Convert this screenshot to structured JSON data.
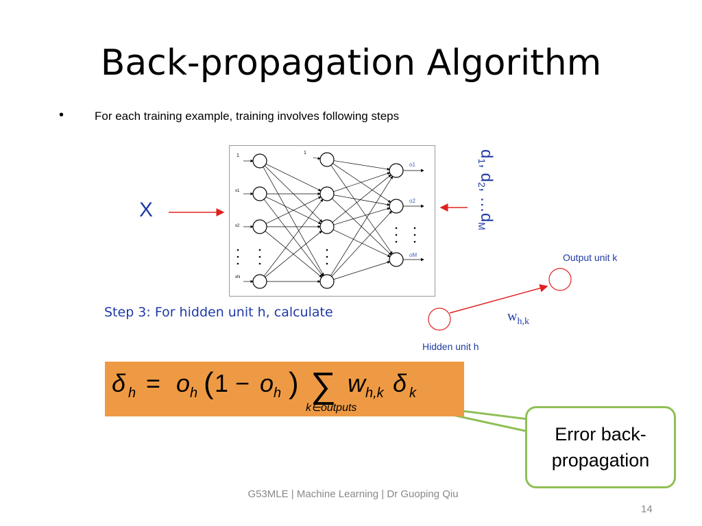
{
  "slide": {
    "title": "Back-propagation Algorithm",
    "bullet": "For each training example, training involves following steps",
    "x_label": "X",
    "d_label": {
      "d1": "d",
      "sub1": "1",
      "d2": "d",
      "sub2": "2",
      "dm": "…d",
      "subm": "M"
    },
    "output_unit_label": "Output unit k",
    "hidden_unit_label": "Hidden unit h",
    "step3": "Step 3: For hidden unit h, calculate",
    "w_label": {
      "base": "w",
      "sub": "h,k"
    },
    "callout": "Error back-propagation",
    "footer": "G53MLE |  Machine Learning | Dr Guoping Qiu",
    "page_number": "14"
  },
  "network": {
    "input_labels": [
      "1",
      "x1",
      "x2",
      "xN"
    ],
    "hidden_label": "1",
    "output_labels": [
      "o1",
      "o2",
      "oM"
    ]
  },
  "formula": {
    "delta": "δ",
    "sub_h": "h",
    "equals": "=",
    "o": "o",
    "one_minus": "1 −",
    "lparen": "(",
    "rparen": ")",
    "sigma": "∑",
    "sum_sub": "k∈outputs",
    "w": "w",
    "w_sub": "h,k",
    "sub_k": "k"
  },
  "colors": {
    "accent_blue": "#1f3aa6",
    "arrow_red": "#e02020",
    "formula_orange": "#ee9a44",
    "callout_green": "#8fbf55"
  }
}
